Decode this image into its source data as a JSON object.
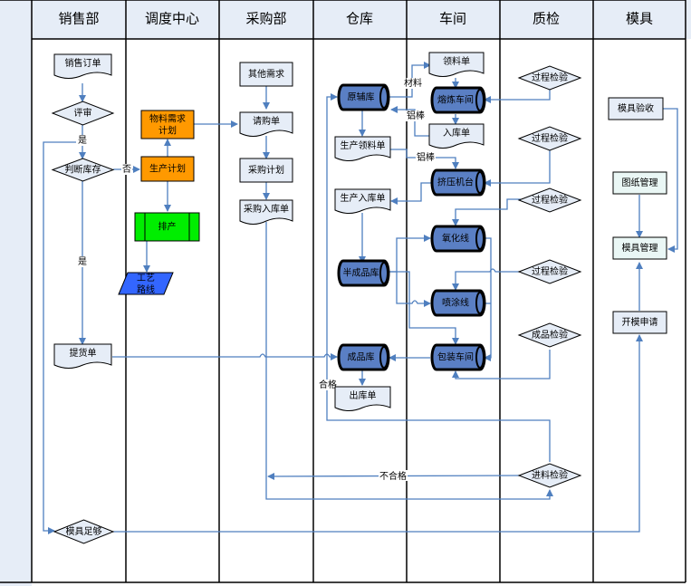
{
  "diagram": {
    "type": "cross-functional-flowchart",
    "lanes": [
      {
        "id": "sales",
        "label": "销售部"
      },
      {
        "id": "dispatch",
        "label": "调度中心"
      },
      {
        "id": "purchase",
        "label": "采购部"
      },
      {
        "id": "warehouse",
        "label": "仓库"
      },
      {
        "id": "workshop",
        "label": "车间"
      },
      {
        "id": "qc",
        "label": "质检"
      },
      {
        "id": "mold",
        "label": "模具"
      }
    ],
    "nodes": {
      "sales_order": {
        "label": "销售订单",
        "shape": "document",
        "lane": "sales"
      },
      "review": {
        "label": "评审",
        "shape": "decision",
        "lane": "sales"
      },
      "check_stock": {
        "label": "判断库存",
        "shape": "decision",
        "lane": "sales"
      },
      "delivery_note": {
        "label": "提货单",
        "shape": "document",
        "lane": "sales"
      },
      "mold_enough": {
        "label": "模具足够",
        "shape": "decision",
        "lane": "sales"
      },
      "material_plan": {
        "label": "物料需求计划",
        "line1": "物料需求",
        "line2": "计划",
        "shape": "process-orange",
        "lane": "dispatch"
      },
      "production_plan": {
        "label": "生产计划",
        "shape": "process-orange",
        "lane": "dispatch"
      },
      "scheduling": {
        "label": "排产",
        "shape": "predefined-green",
        "lane": "dispatch"
      },
      "process_route": {
        "label": "工艺路线",
        "line1": "工艺",
        "line2": "路线",
        "shape": "data-blue",
        "lane": "dispatch"
      },
      "other_demand": {
        "label": "其他需求",
        "shape": "process",
        "lane": "purchase"
      },
      "purchase_request": {
        "label": "请购单",
        "shape": "document",
        "lane": "purchase"
      },
      "purchase_plan": {
        "label": "采购计划",
        "shape": "process",
        "lane": "purchase"
      },
      "purchase_receipt": {
        "label": "采购入库单",
        "shape": "document",
        "lane": "purchase"
      },
      "raw_store": {
        "label": "原辅库",
        "shape": "cylinder",
        "lane": "warehouse"
      },
      "prod_requisition": {
        "label": "生产领料单",
        "shape": "document",
        "lane": "warehouse"
      },
      "prod_receipt": {
        "label": "生产入库单",
        "shape": "document",
        "lane": "warehouse"
      },
      "semi_store": {
        "label": "半成品库",
        "shape": "cylinder",
        "lane": "warehouse"
      },
      "finished_store": {
        "label": "成品库",
        "shape": "cylinder",
        "lane": "warehouse"
      },
      "outbound_note": {
        "label": "出库单",
        "shape": "document",
        "lane": "warehouse"
      },
      "requisition": {
        "label": "领料单",
        "shape": "document",
        "lane": "workshop"
      },
      "smelting": {
        "label": "熔炼车间",
        "shape": "cylinder",
        "lane": "workshop"
      },
      "ws_receipt": {
        "label": "入库单",
        "shape": "document",
        "lane": "workshop"
      },
      "extrusion": {
        "label": "挤压机台",
        "shape": "cylinder",
        "lane": "workshop"
      },
      "oxidation": {
        "label": "氧化线",
        "shape": "cylinder",
        "lane": "workshop"
      },
      "spraying": {
        "label": "喷涂线",
        "shape": "cylinder",
        "lane": "workshop"
      },
      "packaging": {
        "label": "包装车间",
        "shape": "cylinder",
        "lane": "workshop"
      },
      "qc1": {
        "label": "过程检验",
        "shape": "decision",
        "lane": "qc"
      },
      "qc2": {
        "label": "过程检验",
        "shape": "decision",
        "lane": "qc"
      },
      "qc3": {
        "label": "过程检验",
        "shape": "decision",
        "lane": "qc"
      },
      "qc4": {
        "label": "过程检验",
        "shape": "decision",
        "lane": "qc"
      },
      "qc_final": {
        "label": "成品检验",
        "shape": "decision",
        "lane": "qc"
      },
      "qc_incoming": {
        "label": "进料检验",
        "shape": "decision",
        "lane": "qc"
      },
      "mold_accept": {
        "label": "模具验收",
        "shape": "process",
        "lane": "mold"
      },
      "drawing_mgmt": {
        "label": "图纸管理",
        "shape": "process-mint",
        "lane": "mold"
      },
      "mold_mgmt": {
        "label": "模具管理",
        "shape": "process-mint",
        "lane": "mold"
      },
      "mold_apply": {
        "label": "开模申请",
        "shape": "process",
        "lane": "mold"
      }
    },
    "edge_labels": {
      "yes_top": "是",
      "no": "否",
      "yes_mid": "是",
      "material": "材料",
      "aluminum_rod_1": "铝棒",
      "aluminum_rod_2": "铝棒",
      "qualified": "合格",
      "unqualified": "不合格"
    },
    "colors": {
      "header_bg": "#e6edf7",
      "node_fill": "#e6edf7",
      "connector": "#4f7fbf",
      "cylinder_fill": "#5a7fc4",
      "orange": "#ff9900",
      "green": "#00ee00",
      "blue_data": "#3366ff",
      "mint": "#eaf7f5"
    }
  }
}
